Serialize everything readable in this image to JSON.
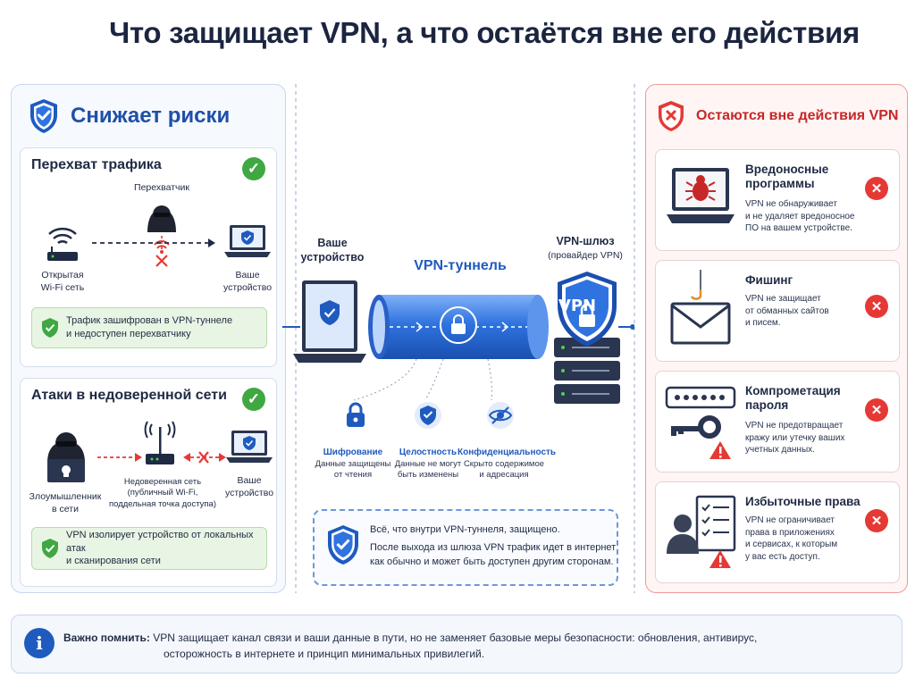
{
  "title": "Что защищает VPN, а что остаётся вне его действия",
  "left": {
    "heading": "Снижает риски",
    "card1": {
      "title": "Перехват трафика",
      "interceptor": "Перехватчик",
      "wifi": "Открытая\nWi-Fi сеть",
      "device": "Ваше\nустройство",
      "note": "Трафик зашифрован в VPN-туннеле\nи недоступен перехватчику"
    },
    "card2": {
      "title": "Атаки в недоверенной сети",
      "attacker": "Злоумышленник\nв сети",
      "network": "Недоверенная сеть\n(публичный Wi-Fi,\nподдельная точка доступа)",
      "device": "Ваше\nустройство",
      "note": "VPN изолирует устройство от локальных атак\nи сканирования сети"
    }
  },
  "center": {
    "device_label": "Ваше\nустройство",
    "tunnel_label": "VPN-туннель",
    "gateway_label": "VPN-шлюз",
    "gateway_sub": "(провайдер VPN)",
    "shield_text": "VPN",
    "features": [
      {
        "title": "Шифрование",
        "desc": "Данные защищены\nот чтения"
      },
      {
        "title": "Целостность",
        "desc": "Данные не могут\nбыть изменены"
      },
      {
        "title": "Конфиденциальность",
        "desc": "Скрыто содержимое\nи адресация"
      }
    ],
    "box_line1": "Всё, что внутри VPN-туннеля, защищено.",
    "box_line2": "После выхода из шлюза VPN трафик идет в интернет\nкак обычно и может быть доступен другим сторонам."
  },
  "right": {
    "heading": "Остаются вне действия VPN",
    "items": [
      {
        "title": "Вредоносные\nпрограммы",
        "desc": "VPN не обнаруживает\nи не удаляет вредоносное\nПО на вашем устройстве."
      },
      {
        "title": "Фишинг",
        "desc": "VPN не защищает\nот обманных сайтов\nи писем."
      },
      {
        "title": "Компрометация\nпароля",
        "desc": "VPN не предотвращает\nкражу или утечку ваших\nучетных данных."
      },
      {
        "title": "Избыточные права",
        "desc": "VPN не ограничивает\nправа в приложениях\nи сервисах, к которым\nу вас есть доступ."
      }
    ]
  },
  "bottom": {
    "label": "Важно помнить:",
    "text": "VPN защищает канал связи и ваши данные в пути, но не заменяет базовые меры безопасности: обновления, антивирус,",
    "text2": "осторожность в интернете и принцип минимальных привилегий."
  },
  "colors": {
    "primary": "#1f5bbf",
    "success": "#3fa843",
    "danger": "#e53935",
    "tunnel": "#2f73e0"
  }
}
